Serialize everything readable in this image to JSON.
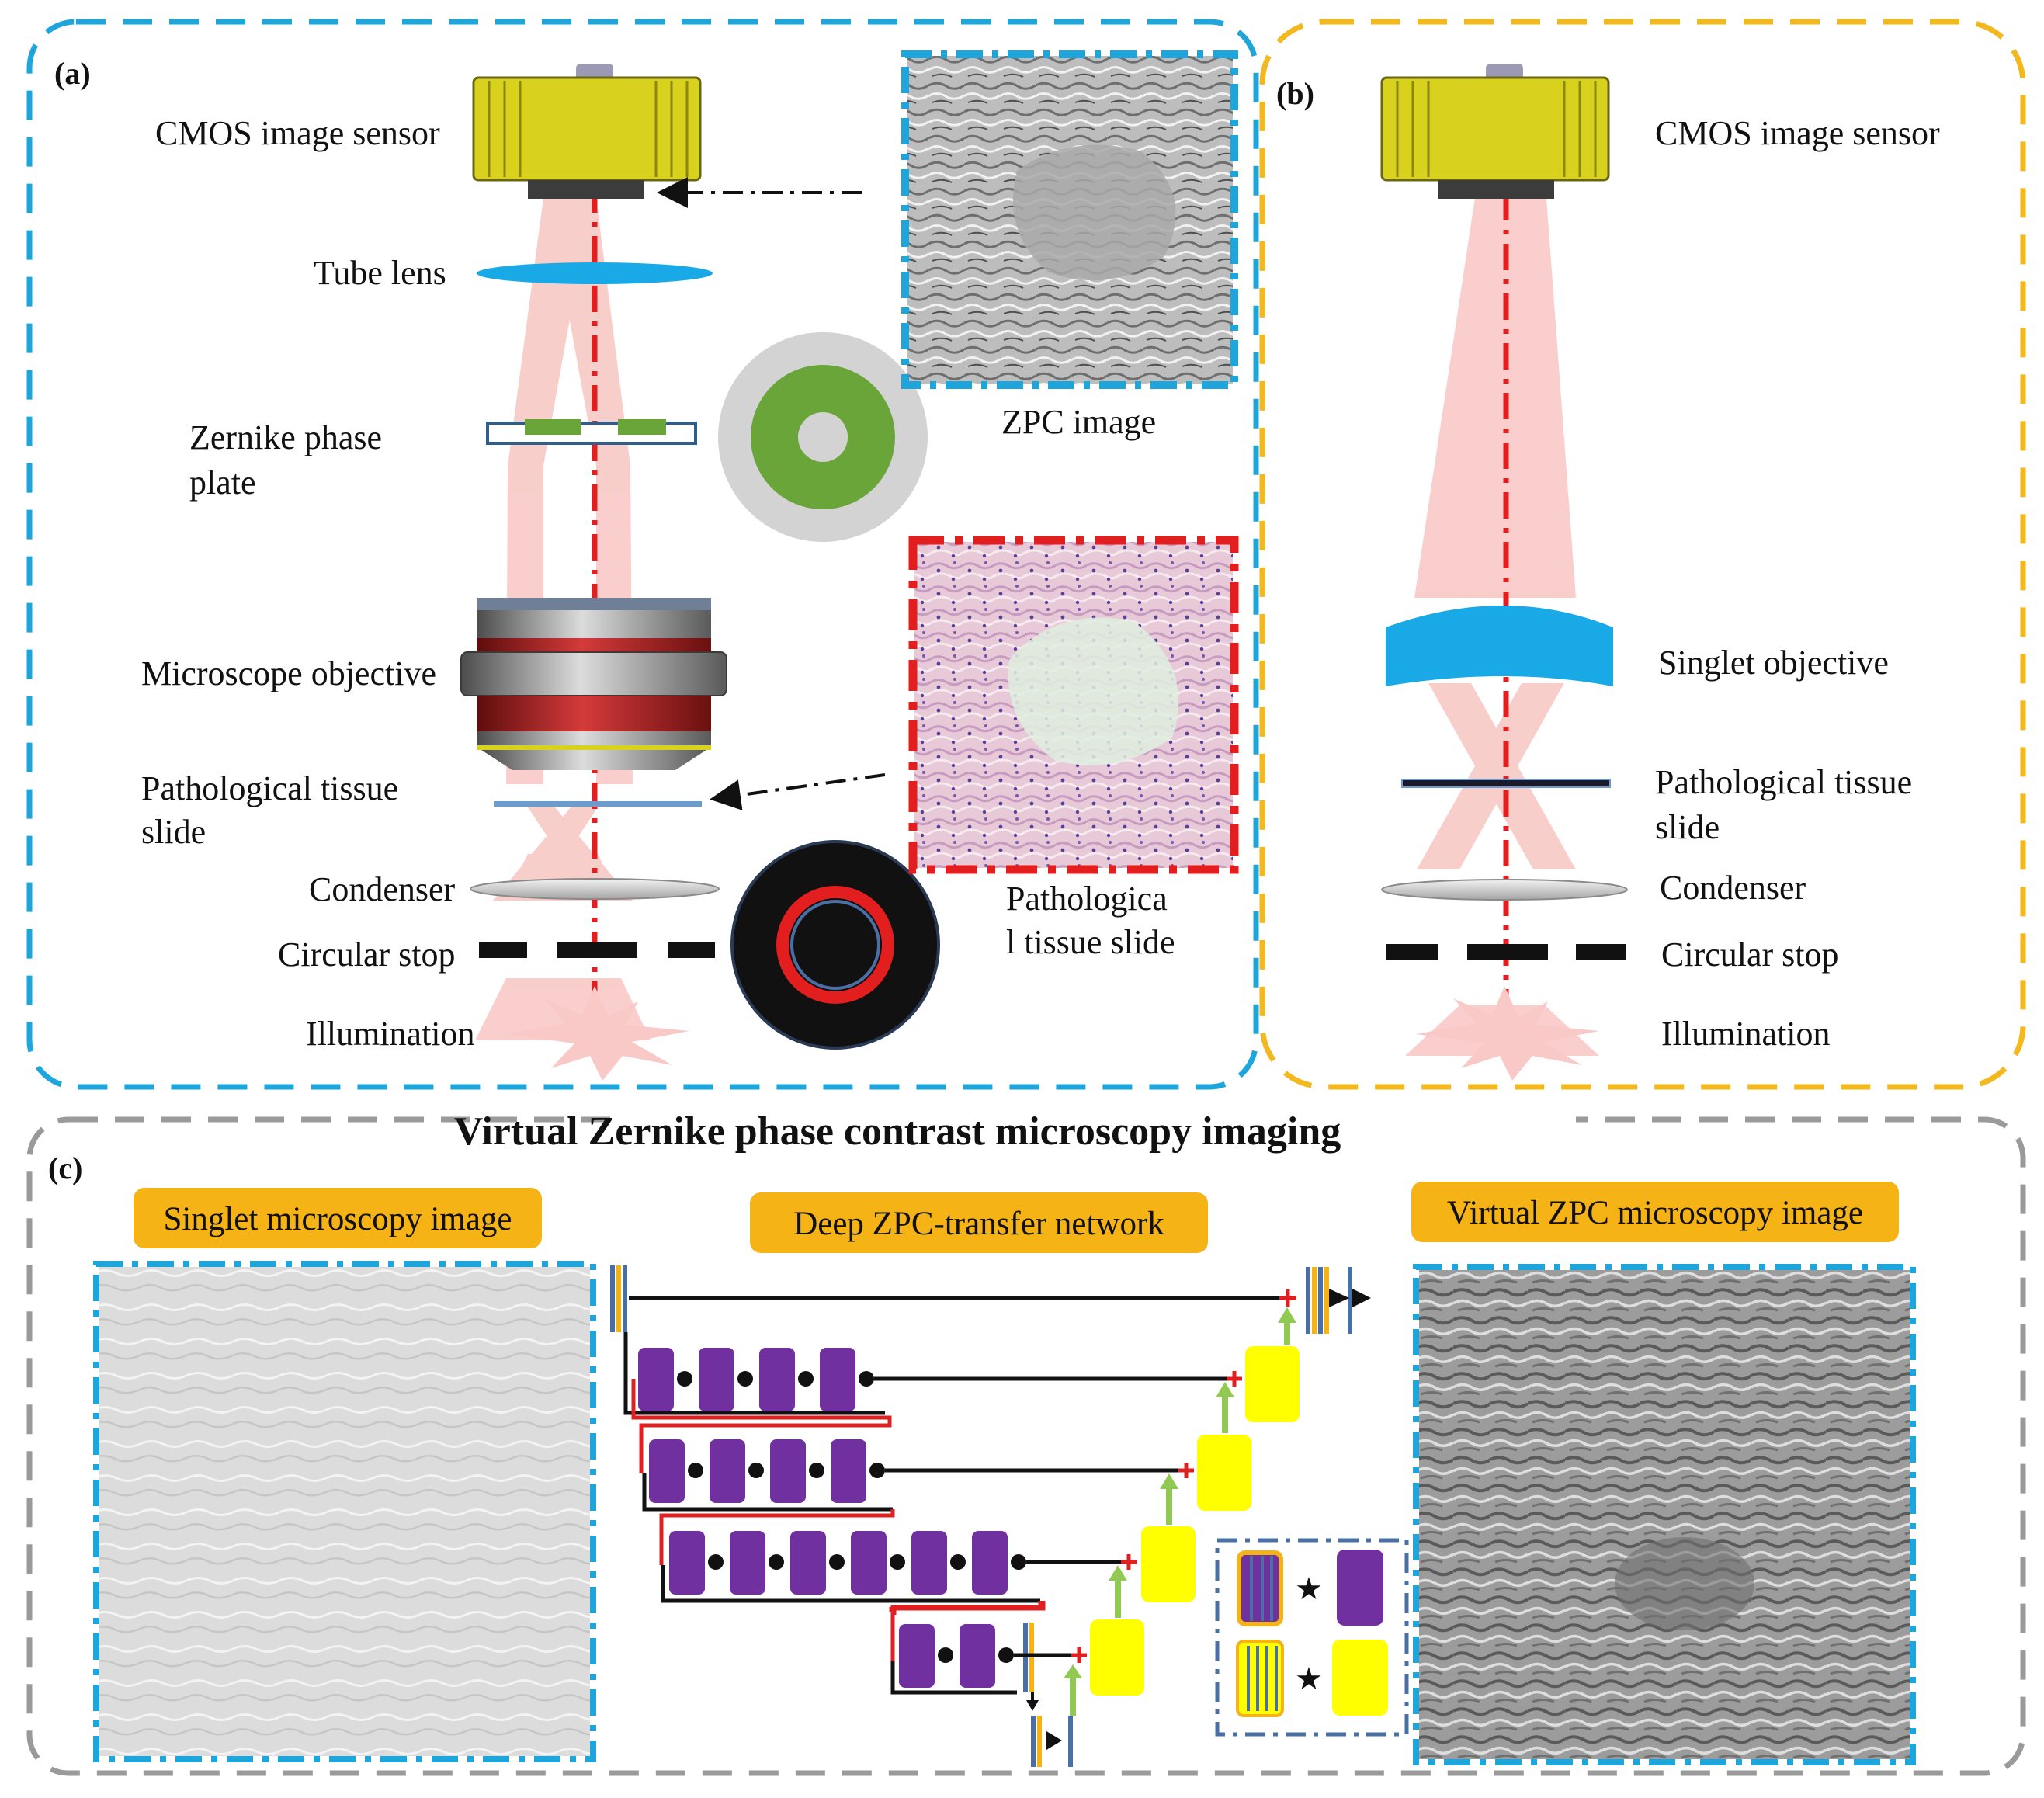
{
  "panel_a": {
    "tag": "(a)",
    "labels": {
      "cmos": "CMOS image sensor",
      "tube_lens": "Tube lens",
      "zernike_1": "Zernike phase",
      "zernike_2": "plate",
      "objective": "Microscope objective",
      "slide_1": "Pathological tissue",
      "slide_2": "slide",
      "condenser": "Condenser",
      "stop": "Circular stop",
      "illumination": "Illumination"
    },
    "zpc_caption": "ZPC image",
    "slide_caption_1": "Pathologica",
    "slide_caption_2": "l tissue slide"
  },
  "panel_b": {
    "tag": "(b)",
    "labels": {
      "cmos": "CMOS image sensor",
      "objective": "Singlet objective",
      "slide_1": "Pathological tissue",
      "slide_2": "slide",
      "condenser": "Condenser",
      "stop": "Circular stop",
      "illumination": "Illumination"
    }
  },
  "panel_c": {
    "tag": "(c)",
    "title": "Virtual  Zernike phase contrast microscopy imaging",
    "badge_input": "Singlet microscopy image",
    "badge_network": "Deep ZPC-transfer network",
    "badge_output": "Virtual ZPC microscopy image"
  },
  "colors": {
    "panel_a_border": "#1ea6dc",
    "panel_b_border": "#f2b81e",
    "panel_c_border": "#9a9a9a",
    "optical_axis": "#e31e1e",
    "beam": "#f8c9c6",
    "lens": "#19a9e6",
    "phase_ring": "#6aa53a",
    "sensor": "#d8d11e",
    "block_purple": "#7030a0",
    "block_yellow": "#ffff00",
    "badge": "#f5b316",
    "skip_red": "#e02020",
    "up_green": "#92c952"
  }
}
